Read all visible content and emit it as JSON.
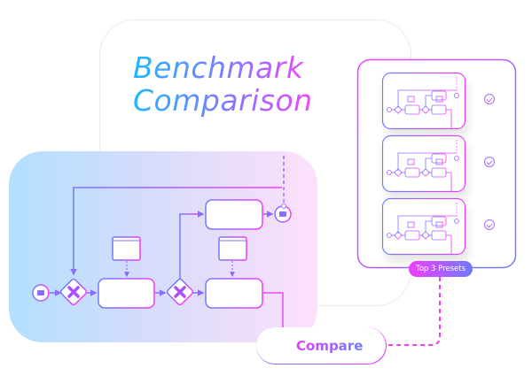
{
  "title": {
    "line1": "Benchmark",
    "line2": "Comparison"
  },
  "workflow": {
    "start_event_icon": "envelope-icon",
    "gateways": [
      "exclusive-gateway",
      "exclusive-gateway"
    ],
    "tasks": [
      "task",
      "task",
      "task"
    ],
    "data_stores": [
      "database",
      "database"
    ],
    "end_event_icon": "envelope-icon"
  },
  "presets": {
    "badge_label": "Top 3 Presets",
    "items": [
      {
        "status": "selected",
        "icon": "check-circle-icon"
      },
      {
        "status": "selected",
        "icon": "check-circle-icon"
      },
      {
        "status": "selected",
        "icon": "check-circle-icon"
      }
    ]
  },
  "compare_button": {
    "label": "Compare",
    "icon": "connection-nodes-icon"
  },
  "colors": {
    "blue": "#6f7bff",
    "magenta": "#f03cff",
    "cyan": "#1fb8ff",
    "purple": "#a86bff"
  }
}
